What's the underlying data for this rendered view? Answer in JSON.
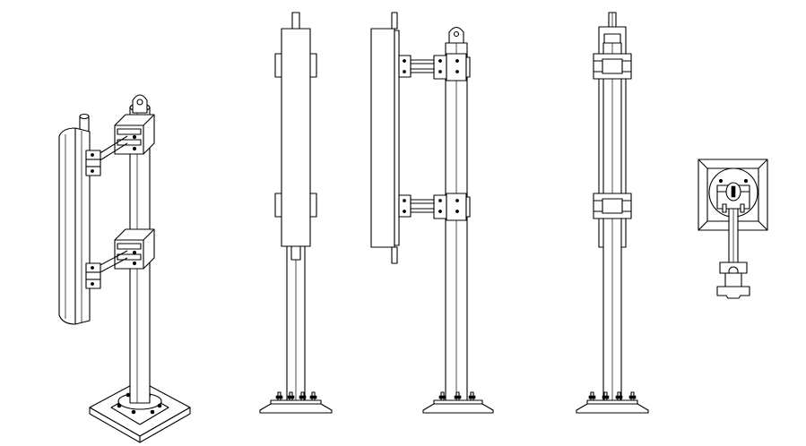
{
  "drawing": {
    "background": "#ffffff",
    "line_color": "#000000",
    "views": [
      {
        "id": "isometric",
        "label": ""
      },
      {
        "id": "front",
        "label": ""
      },
      {
        "id": "side",
        "label": ""
      },
      {
        "id": "rear",
        "label": ""
      },
      {
        "id": "top",
        "label": ""
      }
    ]
  }
}
